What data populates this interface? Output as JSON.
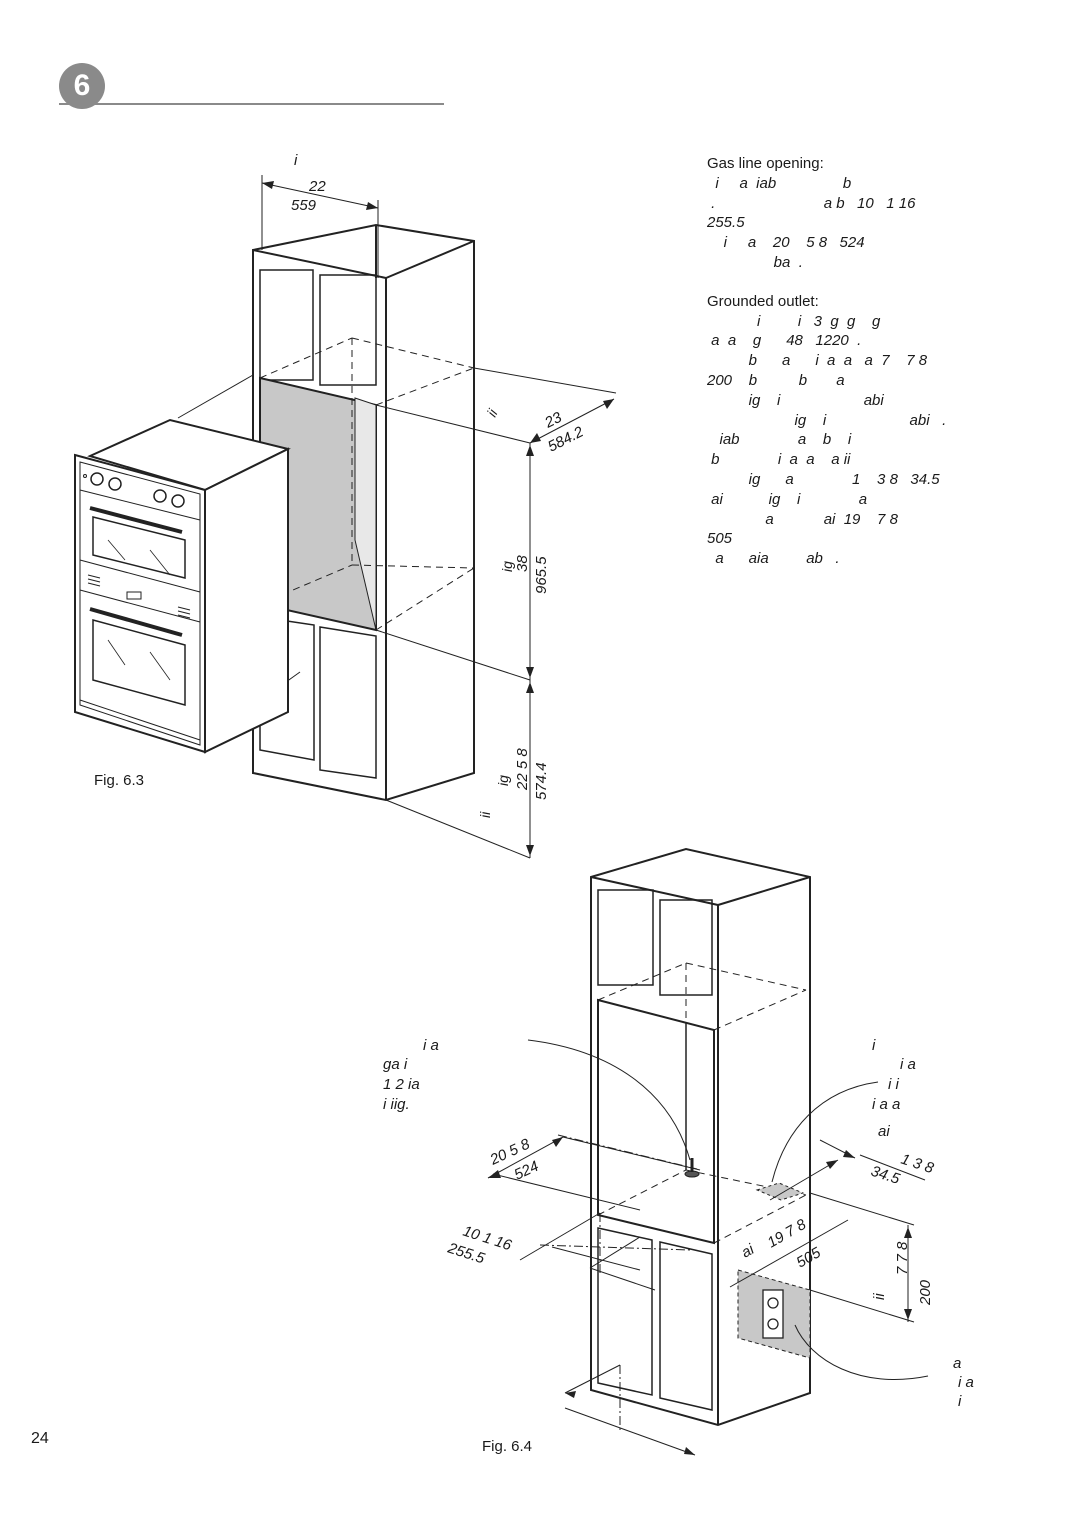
{
  "section": {
    "number": "6"
  },
  "notes": {
    "gas_heading": "Gas line opening:",
    "gas_lines": [
      "  i     a  iab                b",
      " .                          a b   10   1 16",
      "255.5",
      "    i     a    20    5 8   524",
      "                ba  ."
    ],
    "outlet_heading": "Grounded outlet:",
    "outlet_lines": [
      "            i         i   3  g  g    g",
      " a  a    g      48   1220  .",
      "          b      a      i  a  a   a  7    7 8",
      "200    b          b       a",
      "          ig    i                    abi",
      "                     ig    i                    abi   .",
      "   iab              a    b    i",
      " b              i  a  a    a ii",
      "          ig      a              1    3 8   34.5",
      " ai           ig    i              a",
      "              a            ai  19    7 8",
      "505",
      "  a      aia         ab   ."
    ]
  },
  "fig3": {
    "caption": "Fig. 6.3",
    "width_label": "i",
    "width_in": "22",
    "width_mm": "559",
    "depth_label": "ii",
    "depth_in": "23",
    "depth_mm": "584.2",
    "height_label": "ig",
    "height_in": "38",
    "height_mm": "965.5",
    "floor_label_a": "ii",
    "floor_label_b": "ig",
    "floor_in": "22    5 8",
    "floor_mm": "574.4"
  },
  "fig4": {
    "caption": "Fig. 6.4",
    "gas_callout": [
      "i       a",
      "ga      i",
      "1  2      ia",
      "i     iig."
    ],
    "outlet_zone_callout": [
      "i",
      "i   a",
      "i i",
      "i a   a"
    ],
    "gas_from_side_in": "20    5 8",
    "gas_from_side_mm": "524",
    "gas_from_back_in": "10    1  16",
    "gas_from_back_mm": "255.5",
    "outlet_side_label": "ai",
    "outlet_side_in": "1    3  8",
    "outlet_side_mm": "34.5",
    "outlet_width_label": "ai",
    "outlet_width_in": "19    7  8",
    "outlet_width_mm": "505",
    "outlet_drop_label": "ii",
    "outlet_drop_in": "7    7  8",
    "outlet_drop_mm": "200",
    "outlet_callout": [
      "a",
      "i   a",
      "i"
    ]
  },
  "page": {
    "number": "24"
  }
}
